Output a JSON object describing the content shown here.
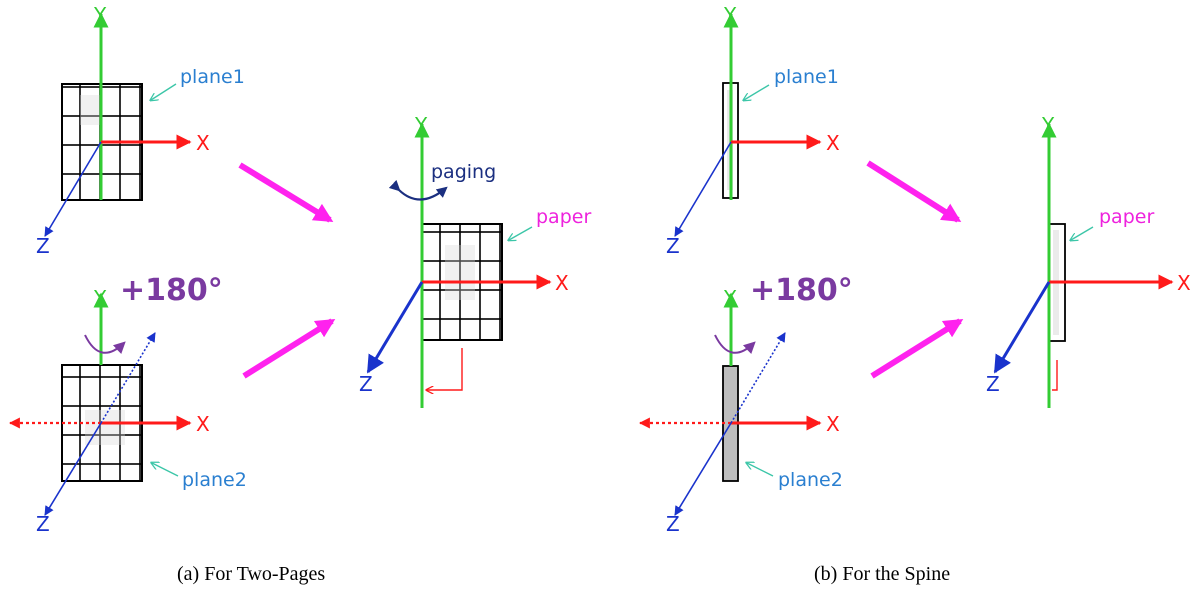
{
  "colors": {
    "y_axis": "#33cc33",
    "x_axis": "#ff1a1a",
    "z_axis": "#1a33cc",
    "magenta": "#ff22ee",
    "purple": "#7a3aa0",
    "plane_label": "#2a7fd0",
    "paper_label": "#ee22dd",
    "leader": "#3cc6a8",
    "paging": "#1b2f80",
    "spine_fill": "#bdbdbd"
  },
  "icons": {
    "transform_arrow": "magenta-arrow-icon",
    "rotation": "curved-rotation-arrow-icon"
  },
  "axes": {
    "x": "X",
    "y": "Y",
    "z": "Z"
  },
  "panel_a": {
    "plane1": "plane1",
    "plane2": "plane2",
    "rotation": "+180°",
    "paging": "paging",
    "paper": "paper",
    "caption": "(a) For Two-Pages"
  },
  "panel_b": {
    "plane1": "plane1",
    "plane2": "plane2",
    "rotation": "+180°",
    "paper": "paper",
    "caption": "(b) For the Spine"
  }
}
